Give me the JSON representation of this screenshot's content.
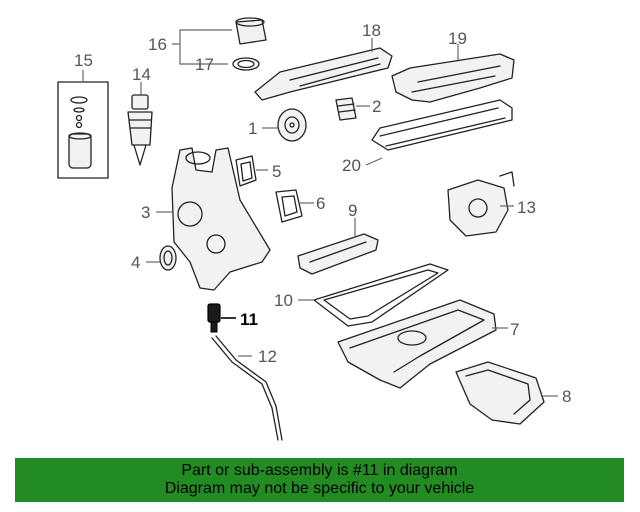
{
  "callouts": {
    "c1": "1",
    "c2": "2",
    "c3": "3",
    "c4": "4",
    "c5": "5",
    "c6": "6",
    "c7": "7",
    "c8": "8",
    "c9": "9",
    "c10": "10",
    "c11": "11",
    "c12": "12",
    "c13": "13",
    "c14": "14",
    "c15": "15",
    "c16": "16",
    "c17": "17",
    "c18": "18",
    "c19": "19",
    "c20": "20"
  },
  "highlight_part": "11",
  "footer": {
    "line1": "Part or sub-assembly is #11 in diagram",
    "line2": "Diagram may not be specific to your vehicle"
  },
  "colors": {
    "footer_bg": "#228b22",
    "highlight_part": "#000000",
    "parts": "#222222",
    "callout_text": "#555555"
  }
}
